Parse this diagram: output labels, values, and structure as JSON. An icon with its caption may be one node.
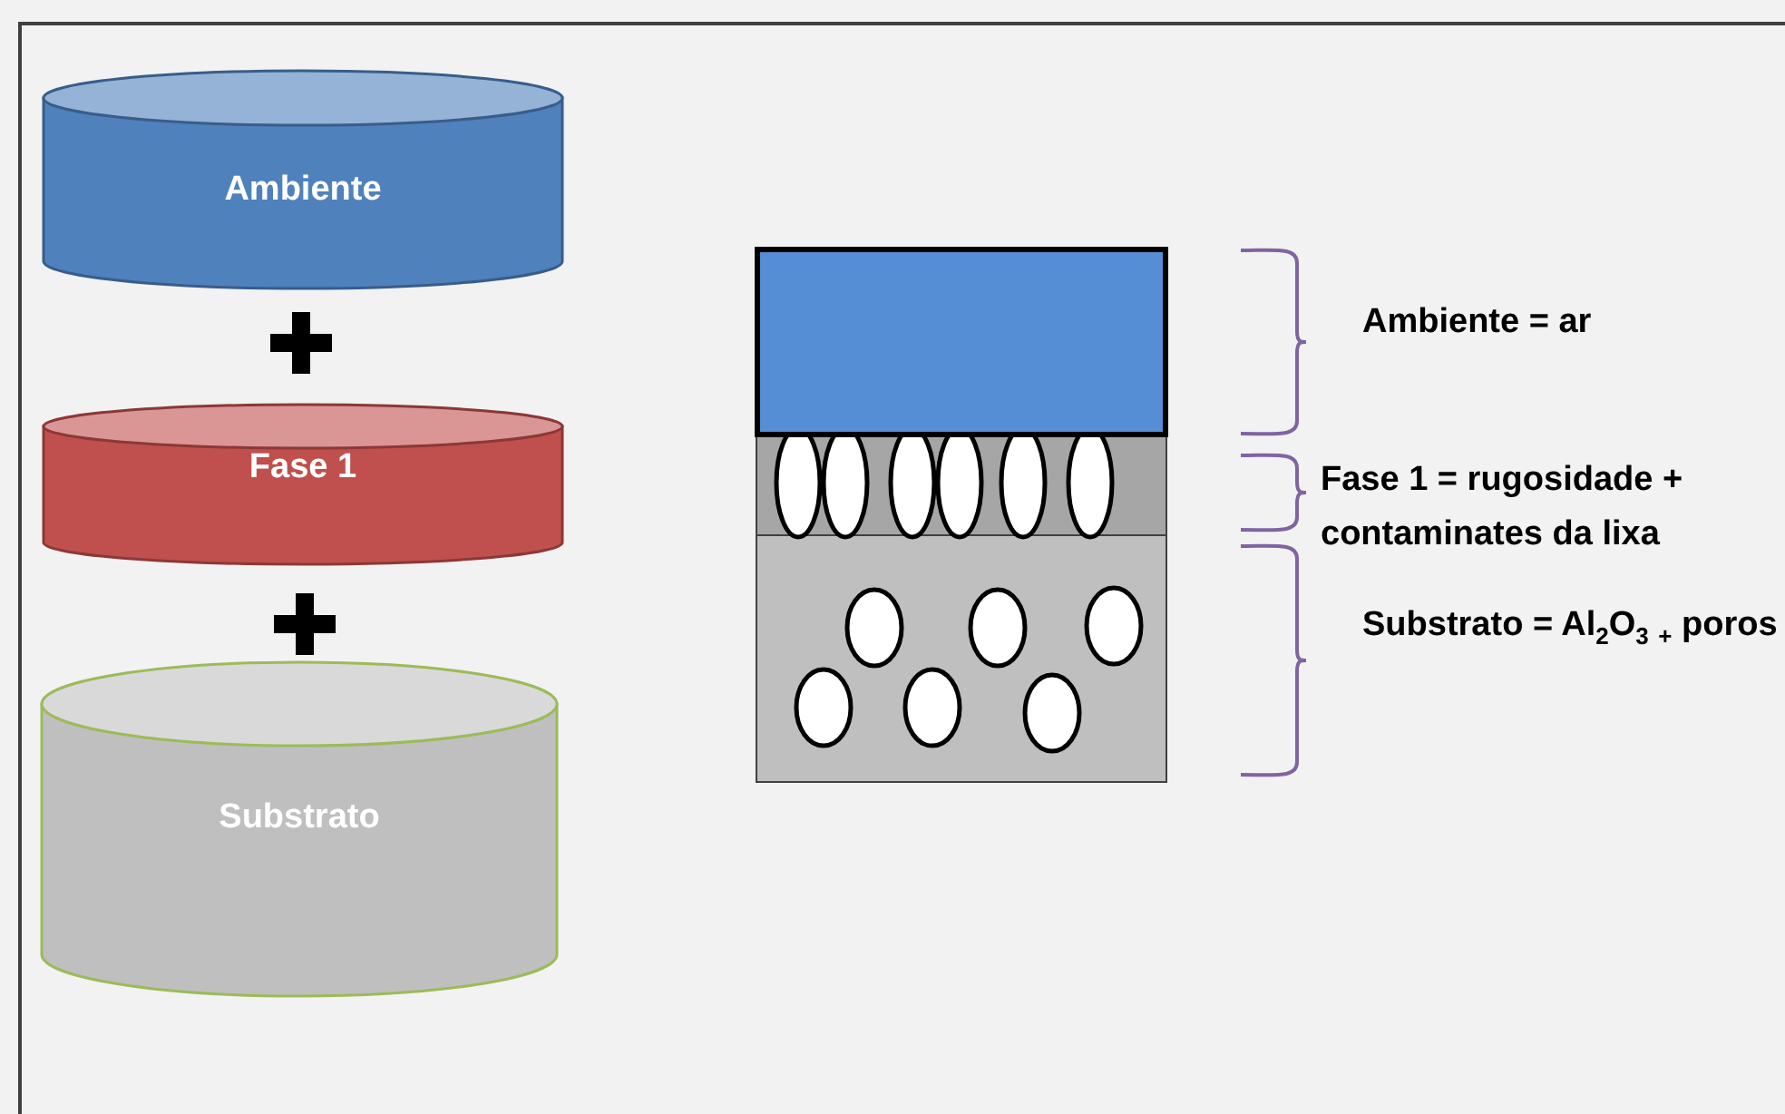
{
  "diagram": {
    "nodes": [
      {
        "text": [
          "Ambiente"
        ]
      },
      {
        "text": [
          "Fase 1"
        ]
      },
      {
        "text": [
          "Substrato"
        ]
      }
    ],
    "labels": [
      "Ambiente = ar",
      "Fase 1 = rugosidade + contaminates da lixa",
      "Substrato = Al$_{2}$O$_{3}$ $_{+}$ poros"
    ]
  }
}
